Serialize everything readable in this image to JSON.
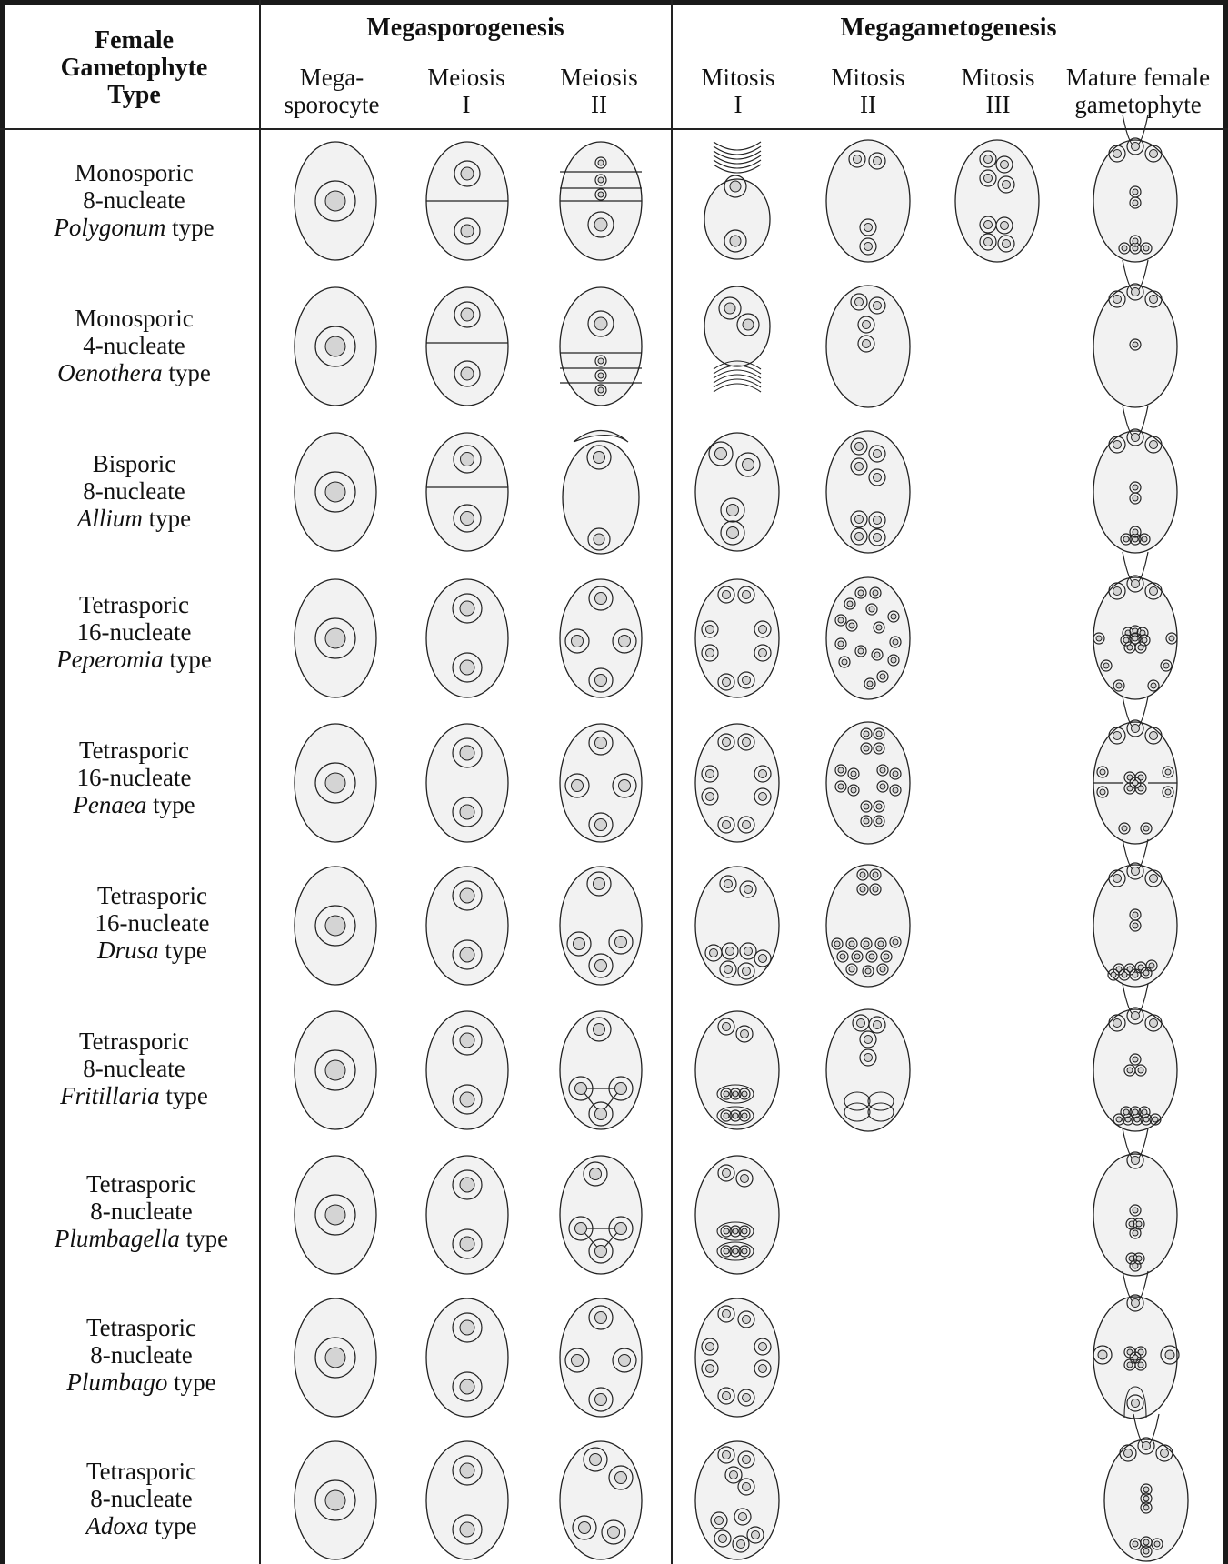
{
  "header": {
    "row_header_line1": "Female",
    "row_header_line2": "Gametophyte",
    "row_header_line3": "Type",
    "group_megasporogenesis": "Megasporogenesis",
    "group_megagametogenesis": "Megagametogenesis"
  },
  "columns": [
    {
      "label": "Mega-\nsporocyte"
    },
    {
      "label": "Meiosis\nI"
    },
    {
      "label": "Meiosis\nII"
    },
    {
      "label": "Mitosis\nI"
    },
    {
      "label": "Mitosis\nII"
    },
    {
      "label": "Mitosis\nIII"
    },
    {
      "label": "Mature female\ngametophyte"
    }
  ],
  "rows": [
    {
      "line1": "Monosporic",
      "line2": "8-nucleate",
      "genus": "Polygonum",
      "suffix": " type"
    },
    {
      "line1": "Monosporic",
      "line2": "4-nucleate",
      "genus": "Oenothera",
      "suffix": " type"
    },
    {
      "line1": "Bisporic",
      "line2": "8-nucleate",
      "genus": "Allium",
      "suffix": " type"
    },
    {
      "line1": "Tetrasporic",
      "line2": "16-nucleate",
      "genus": "Peperomia",
      "suffix": " type"
    },
    {
      "line1": "Tetrasporic",
      "line2": "16-nucleate",
      "genus": "Penaea",
      "suffix": " type"
    },
    {
      "line1": "Tetrasporic",
      "line2": "16-nucleate",
      "genus": "Drusa",
      "suffix": " type"
    },
    {
      "line1": "Tetrasporic",
      "line2": "8-nucleate",
      "genus": "Fritillaria",
      "suffix": " type"
    },
    {
      "line1": "Tetrasporic",
      "line2": "8-nucleate",
      "genus": "Plumbagella",
      "suffix": " type"
    },
    {
      "line1": "Tetrasporic",
      "line2": "8-nucleate",
      "genus": "Plumbago",
      "suffix": " type"
    },
    {
      "line1": "Tetrasporic",
      "line2": "8-nucleate",
      "genus": "Adoxa",
      "suffix": " type"
    }
  ],
  "colors": {
    "cell_fill": "#f2f2f2",
    "nucleolus_fill": "#d4d4d4",
    "stroke": "#222222"
  }
}
